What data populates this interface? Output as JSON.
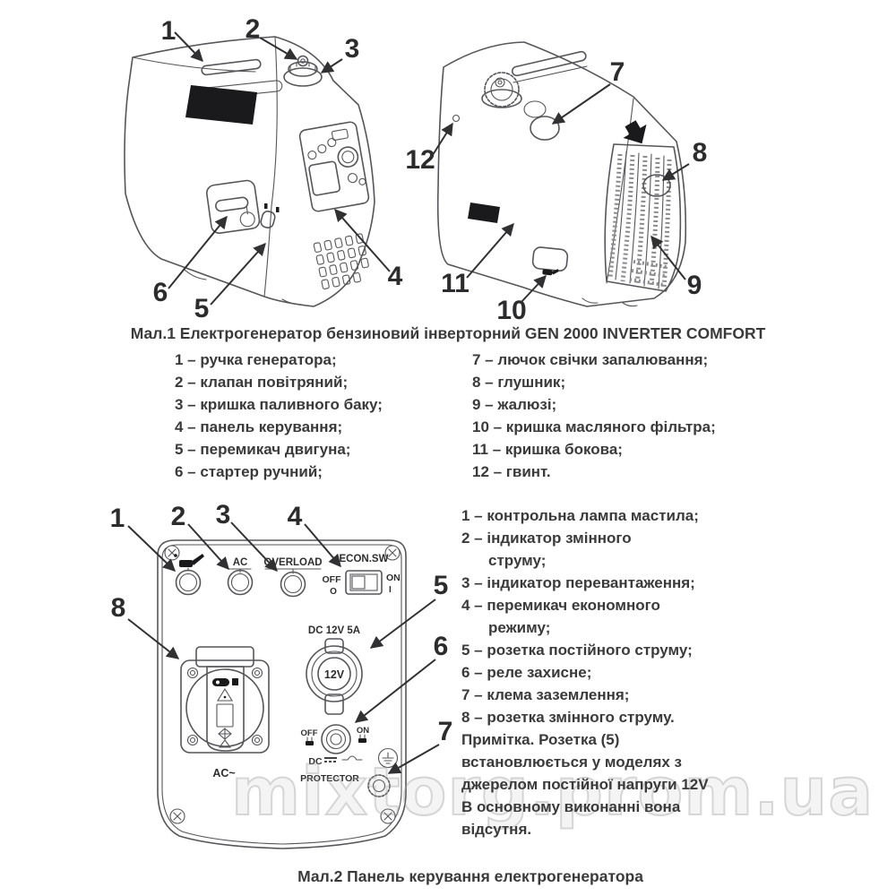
{
  "colors": {
    "ink": "#3a3a3c",
    "drawing_line": "#55565a",
    "label_fill": "#1a1a1c",
    "watermark": "#c9c9c9"
  },
  "watermark": {
    "text": "mixtorg.prom.ua"
  },
  "fig1": {
    "caption": "Мал.1 Електрогенератор бензиновий інверторний GEN 2000 INVERTER COMFORT",
    "callouts_left": [
      "1",
      "2",
      "3",
      "4",
      "5",
      "6"
    ],
    "callouts_right": [
      "7",
      "8",
      "9",
      "10",
      "11",
      "12"
    ],
    "parts_left": [
      "1 – ручка генератора;",
      "2 – клапан повітряний;",
      "3 – кришка паливного баку;",
      "4 – панель керування;",
      "5 – перемикач двигуна;",
      "6 – стартер ручний;"
    ],
    "parts_right": [
      "7 – лючок свічки запалювання;",
      "8 – глушник;",
      "9 – жалюзі;",
      "10 – кришка масляного фільтра;",
      "11 – кришка бокова;",
      "12 – гвинт."
    ]
  },
  "fig2": {
    "caption": "Мал.2 Панель керування електрогенератора",
    "callouts": [
      "1",
      "2",
      "3",
      "4",
      "5",
      "6",
      "7",
      "8"
    ],
    "panel": {
      "ac": "AC",
      "overload": "OVERLOAD",
      "econ_sw": "ECON.SW",
      "off": "OFF",
      "on": "ON",
      "o": "O",
      "i": "I",
      "dc_rating": "DC 12V 5A",
      "twelve_v": "12V",
      "ac_outlet": "AC~",
      "dc": "DC",
      "protector": "PROTECTOR"
    },
    "legend": [
      "1 – контрольна лампа мастила;",
      "2 – індикатор змінного",
      "струму;",
      "3 – індикатор перевантаження;",
      "4 – перемикач економного",
      "режиму;",
      "5 – розетка постійного струму;",
      "6 – реле захисне;",
      "7 – клема заземлення;",
      "8 – розетка змінного струму.",
      "Примітка. Розетка (5)",
      "встановлюється у моделях з",
      "джерелом постійної напруги 12V",
      "В основному виконанні вона",
      "відсутня."
    ]
  }
}
